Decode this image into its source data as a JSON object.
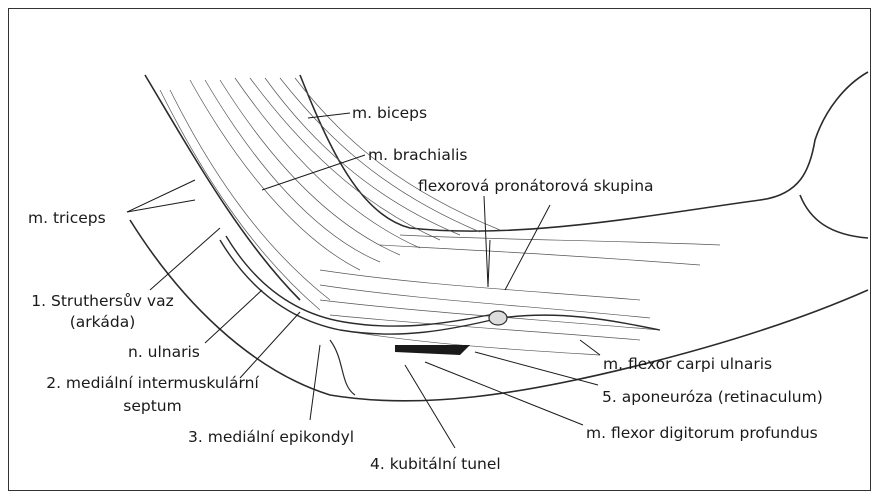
{
  "labels": {
    "biceps": "m. biceps",
    "brachialis": "m. brachialis",
    "flexor_group": "flexorová pronátorová skupina",
    "triceps": "m. triceps",
    "struthers_1": "1. Struthersův vaz",
    "struthers_2": "(arkáda)",
    "ulnaris_nerve": "n. ulnaris",
    "septum_1": "2. mediální intermuskulární",
    "septum_2": "septum",
    "epicondyle": "3. mediální epikondyl",
    "tunnel": "4. kubitální tunel",
    "fcu": "m. flexor carpi ulnaris",
    "aponeurosis": "5. aponeuróza (retinaculum)",
    "fdp": "m. flexor digitorum profundus"
  },
  "colors": {
    "ink": "#1a1a1a",
    "line": "#2b2b2b",
    "shade": "#9a9a9a"
  }
}
